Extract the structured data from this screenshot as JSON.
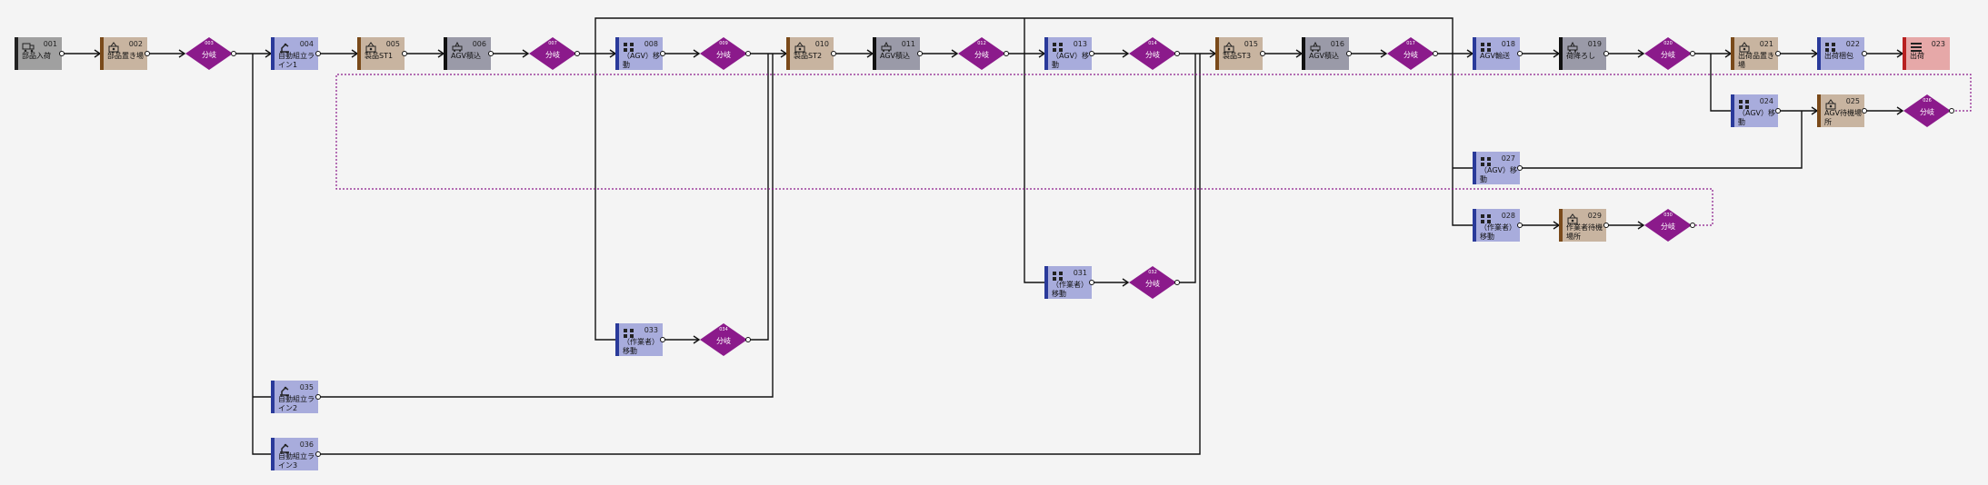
{
  "colors": {
    "work": "#c8b4a0",
    "work_bar": "#7a4a1a",
    "agv": "#9a9aa8",
    "agv_bar": "#111111",
    "proc": "#a8acdc",
    "proc_bar": "#2a3a9a",
    "branch": "#8b1a8b",
    "gray": "#a0a0a0",
    "end": "#e6a8a8",
    "end_bar": "#b82020",
    "dotted": "#8b1a8b"
  },
  "nodes": [
    {
      "id": "001",
      "label": "部品入荷",
      "kind": "gray",
      "icon": "truck-icon"
    },
    {
      "id": "002",
      "label": "部品置き場",
      "kind": "work",
      "icon": "worker-icon"
    },
    {
      "id": "004",
      "label": "自動組立ライン1",
      "kind": "proc",
      "icon": "robot-arm-icon"
    },
    {
      "id": "005",
      "label": "製品ST1",
      "kind": "work",
      "icon": "worker-icon"
    },
    {
      "id": "006",
      "label": "AGV積込",
      "kind": "agv",
      "icon": "agv-icon"
    },
    {
      "id": "008",
      "label": "（AGV）移動",
      "kind": "proc",
      "icon": "move-icon"
    },
    {
      "id": "010",
      "label": "製品ST2",
      "kind": "work",
      "icon": "worker-icon"
    },
    {
      "id": "011",
      "label": "AGV積込",
      "kind": "agv",
      "icon": "agv-icon"
    },
    {
      "id": "013",
      "label": "（AGV）移動",
      "kind": "proc",
      "icon": "move-icon"
    },
    {
      "id": "015",
      "label": "製品ST3",
      "kind": "work",
      "icon": "worker-icon"
    },
    {
      "id": "016",
      "label": "AGV積込",
      "kind": "agv",
      "icon": "agv-icon"
    },
    {
      "id": "018",
      "label": "AGV輸送",
      "kind": "proc",
      "icon": "move-icon"
    },
    {
      "id": "019",
      "label": "荷降ろし",
      "kind": "agv",
      "icon": "agv-icon"
    },
    {
      "id": "021",
      "label": "出荷品置き場",
      "kind": "work",
      "icon": "worker-icon"
    },
    {
      "id": "022",
      "label": "出荷梱包",
      "kind": "proc",
      "icon": "move-icon"
    },
    {
      "id": "023",
      "label": "出荷",
      "kind": "end",
      "icon": "stack-icon"
    },
    {
      "id": "024",
      "label": "（AGV）移動",
      "kind": "proc",
      "icon": "move-icon"
    },
    {
      "id": "025",
      "label": "AGV待機場所",
      "kind": "work",
      "icon": "worker-icon"
    },
    {
      "id": "027",
      "label": "（AGV）移動",
      "kind": "proc",
      "icon": "move-icon"
    },
    {
      "id": "028",
      "label": "（作業者）移動",
      "kind": "proc",
      "icon": "move-icon"
    },
    {
      "id": "029",
      "label": "作業者待機場所",
      "kind": "work",
      "icon": "worker-icon"
    },
    {
      "id": "031",
      "label": "（作業者）移動",
      "kind": "proc",
      "icon": "move-icon"
    },
    {
      "id": "033",
      "label": "（作業者）移動",
      "kind": "proc",
      "icon": "move-icon"
    },
    {
      "id": "035",
      "label": "自動組立ライン2",
      "kind": "proc",
      "icon": "robot-arm-icon"
    },
    {
      "id": "036",
      "label": "自動組立ライン3",
      "kind": "proc",
      "icon": "robot-arm-icon"
    }
  ],
  "branches": [
    {
      "id": "003",
      "label": "分岐"
    },
    {
      "id": "007",
      "label": "分岐"
    },
    {
      "id": "009",
      "label": "分岐"
    },
    {
      "id": "012",
      "label": "分岐"
    },
    {
      "id": "014",
      "label": "分岐"
    },
    {
      "id": "017",
      "label": "分岐"
    },
    {
      "id": "020",
      "label": "分岐"
    },
    {
      "id": "026",
      "label": "分岐"
    },
    {
      "id": "030",
      "label": "分岐"
    },
    {
      "id": "032",
      "label": "分岐"
    },
    {
      "id": "034",
      "label": "分岐"
    }
  ]
}
